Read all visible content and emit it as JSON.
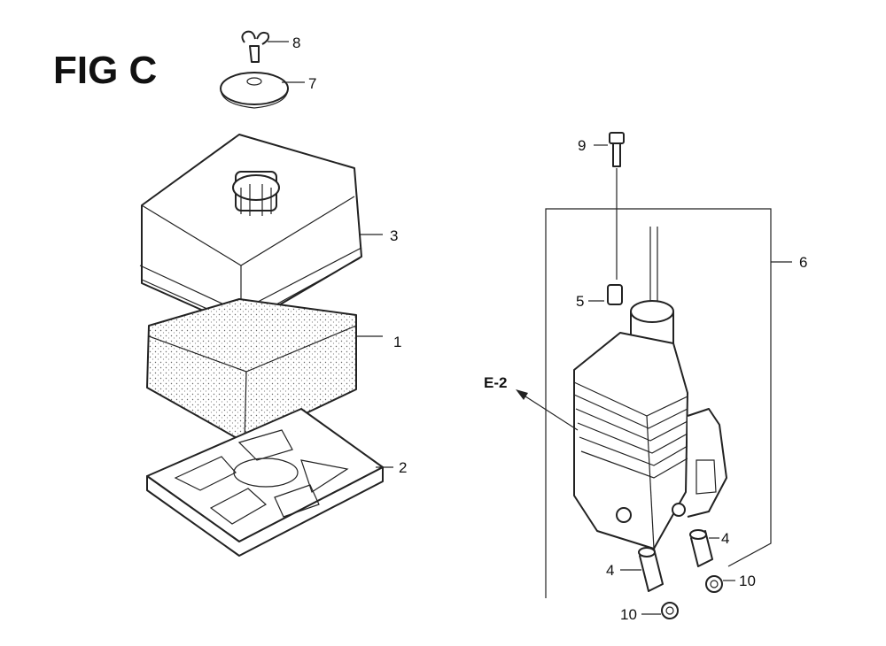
{
  "figure": {
    "title": "FIG C"
  },
  "callouts": {
    "p1": "1",
    "p2": "2",
    "p3": "3",
    "p4a": "4",
    "p4b": "4",
    "p5": "5",
    "p6": "6",
    "p7": "7",
    "p8": "8",
    "p9": "9",
    "p10a": "10",
    "p10b": "10"
  },
  "reference": {
    "label": "E-2"
  }
}
